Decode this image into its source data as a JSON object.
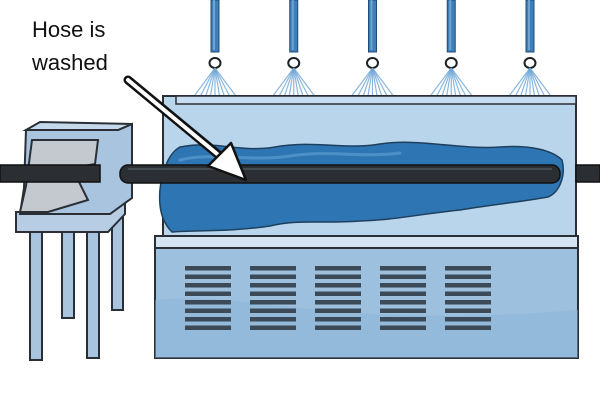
{
  "annotation": {
    "line1": "Hose is",
    "line2": "washed"
  },
  "colors": {
    "water_pipe": "#3f7fb8",
    "water_pipe_light": "#6da4d4",
    "tank_face": "#9cc0de",
    "tank_top": "#b8d5ec",
    "water": "#2e76b3",
    "hose": "#2b2f33",
    "vent_slot": "#3c4a57",
    "stand": "#a9c4df",
    "stand_plate": "#bfc8d2",
    "outline": "#2a2f35"
  },
  "sprinkler_count": 5,
  "vent_grid": {
    "columns": 5,
    "rows": 8
  }
}
